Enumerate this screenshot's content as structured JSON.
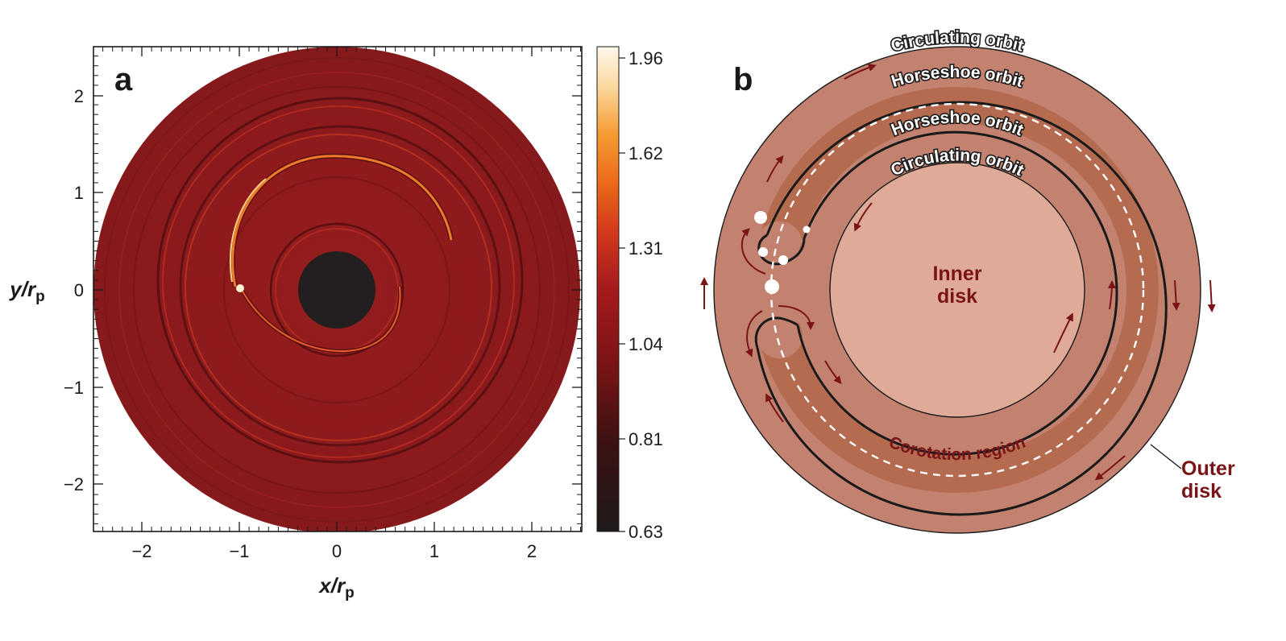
{
  "panels": {
    "a": {
      "letter": "a",
      "x_axis": {
        "label": "x",
        "label_sub": "p",
        "label_sep": "/r",
        "ticks": [
          "−2",
          "−1",
          "0",
          "1",
          "2"
        ]
      },
      "y_axis": {
        "label": "y",
        "label_sub": "p",
        "label_sep": "/r",
        "ticks": [
          "2",
          "1",
          "0",
          "−1",
          "−2"
        ]
      },
      "colorbar": {
        "ticks": [
          "1.96",
          "1.62",
          "1.31",
          "1.04",
          "0.81",
          "0.63"
        ]
      }
    },
    "b": {
      "letter": "b",
      "orbit_labels": {
        "outer_circulating": "Circulating orbit",
        "outer_horseshoe": "Horseshoe orbit",
        "inner_horseshoe": "Horseshoe orbit",
        "inner_circulating": "Circulating orbit"
      },
      "corotation_label": "Corotation region",
      "inner_disk": {
        "line1": "Inner",
        "line2": "disk"
      },
      "outer_disk": {
        "line1": "Outer",
        "line2": "disk"
      }
    }
  },
  "colors": {
    "disk_red": "#8e1b1d",
    "planet_core": "#231f20",
    "spiral_bright": "#f08a3a",
    "outer_disk": "#c3826f",
    "corotation_band": "#b56b50",
    "inner_disk": "#dfab98",
    "arrow": "#7a1416"
  }
}
